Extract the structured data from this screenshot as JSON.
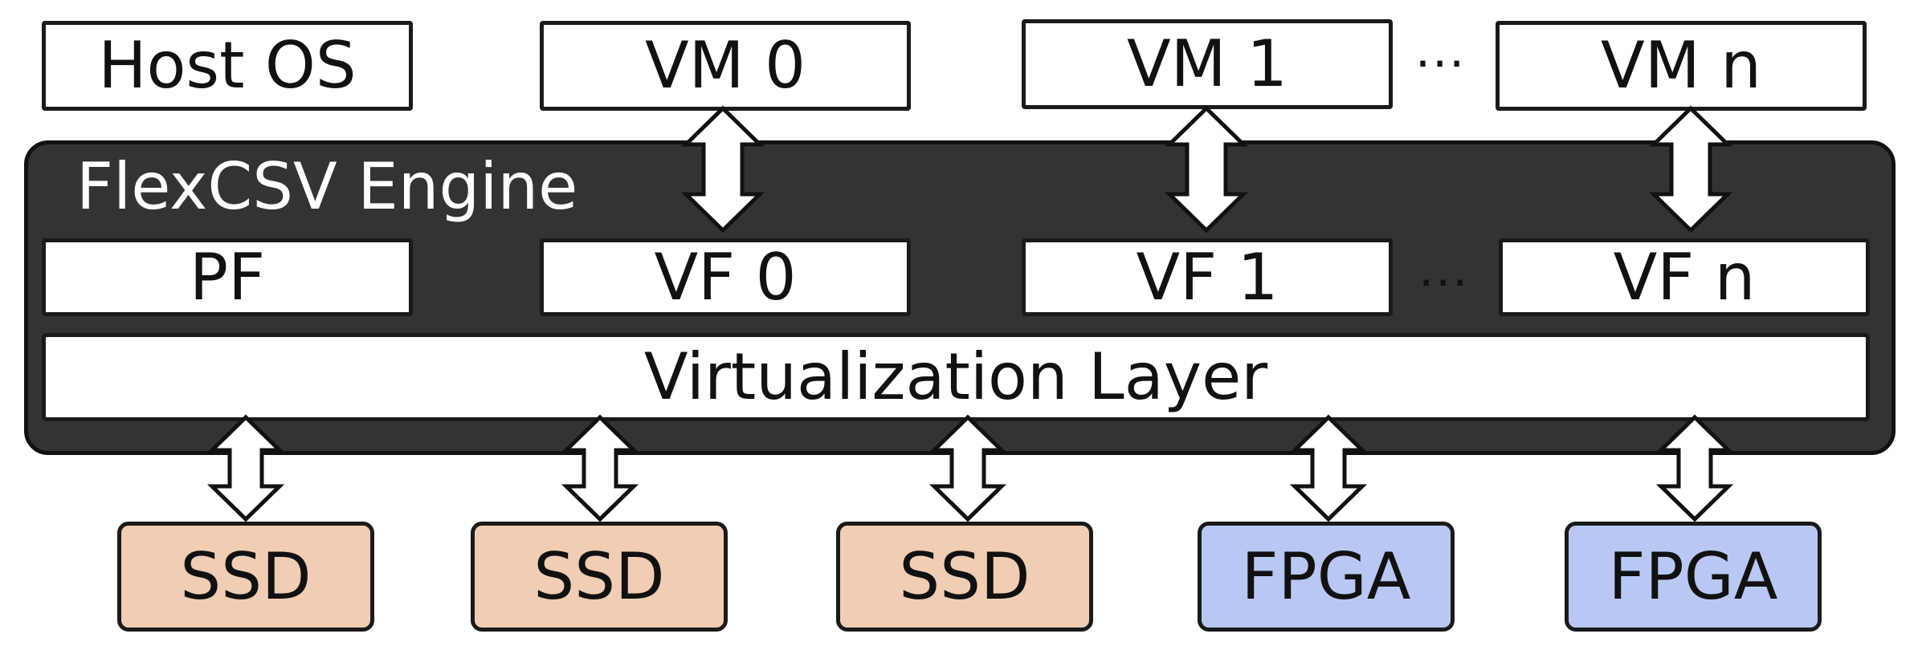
{
  "top_row": {
    "host": "Host OS",
    "vms": [
      "VM 0",
      "VM 1",
      "VM n"
    ],
    "ellipsis": "···"
  },
  "engine": {
    "title": "FlexCSV Engine",
    "pf": "PF",
    "vfs": [
      "VF 0",
      "VF 1",
      "VF n"
    ],
    "ellipsis": "···",
    "layer": "Virtualization Layer"
  },
  "devices": [
    {
      "label": "SSD",
      "kind": "ssd"
    },
    {
      "label": "SSD",
      "kind": "ssd"
    },
    {
      "label": "SSD",
      "kind": "ssd"
    },
    {
      "label": "FPGA",
      "kind": "fpga"
    },
    {
      "label": "FPGA",
      "kind": "fpga"
    }
  ],
  "colors": {
    "engine_fill": "#333333",
    "ssd_fill": "#f0cdb3",
    "fpga_fill": "#b9c8f3",
    "box_fill": "#ffffff",
    "stroke": "#1a1a1a"
  }
}
